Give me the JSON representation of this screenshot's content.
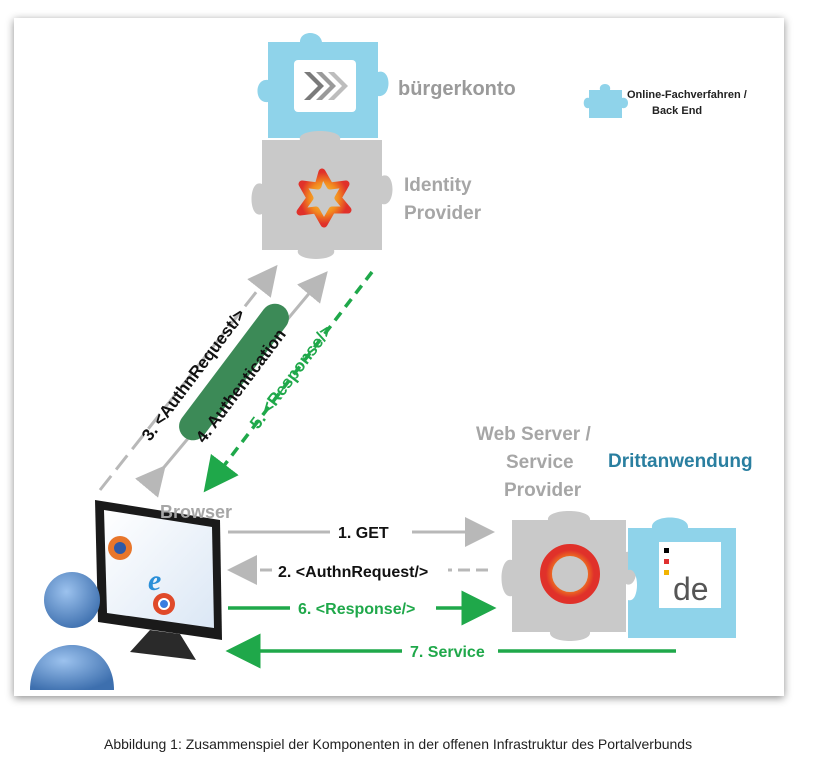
{
  "brand": {
    "buergerkonto": "bürgerkonto",
    "identity_provider": [
      "Identity",
      "Provider"
    ],
    "web_server": [
      "Web Server /",
      "Service",
      "Provider"
    ],
    "drittanwendung": "Drittanwendung",
    "de_label": "de",
    "browser": "Browser"
  },
  "legend": {
    "text": [
      "Online-Fachverfahren /",
      "Back End"
    ]
  },
  "steps": {
    "s1": "1. GET",
    "s2": "2. <AuthnRequest/>",
    "s3": "3. <AuthnRequest/>",
    "s4": "4. Authentication",
    "s5": "5. <Response/>",
    "s6": "6. <Response/>",
    "s7": "7. Service"
  },
  "caption": "Abbildung 1: Zusammenspiel der Komponenten in der offenen Infrastruktur des Portalverbunds",
  "colors": {
    "grey_arrow": "#b8b8b8",
    "green": "#1fa84a",
    "light_blue": "#8fd3ea",
    "puzzle_grey": "#c9c9c9",
    "teal_text": "#2a7fa0",
    "person_blue": "#3d6fae"
  }
}
